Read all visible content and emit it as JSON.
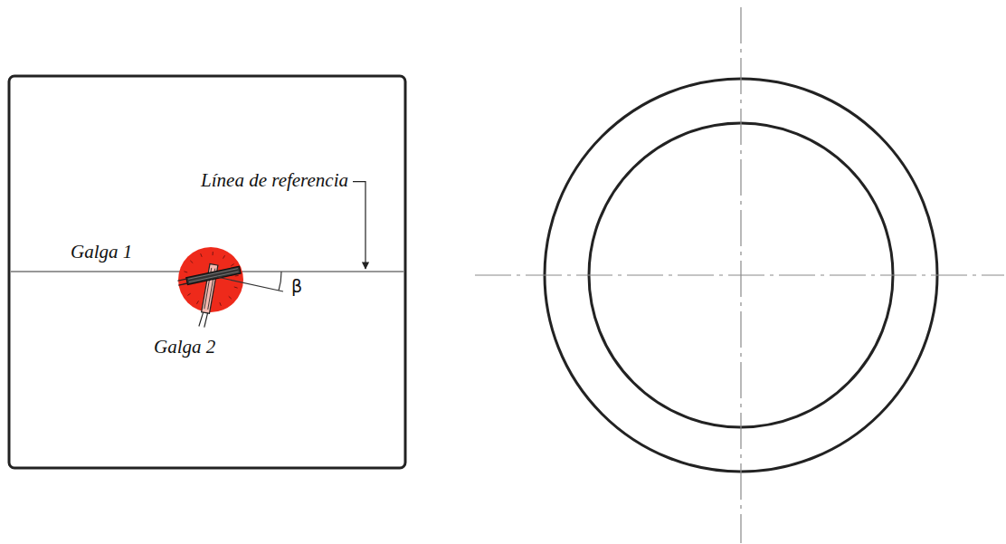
{
  "diagram": {
    "labels": [
      "Línea de referencia",
      "Galga 1",
      "β",
      "Galga 2"
    ]
  }
}
